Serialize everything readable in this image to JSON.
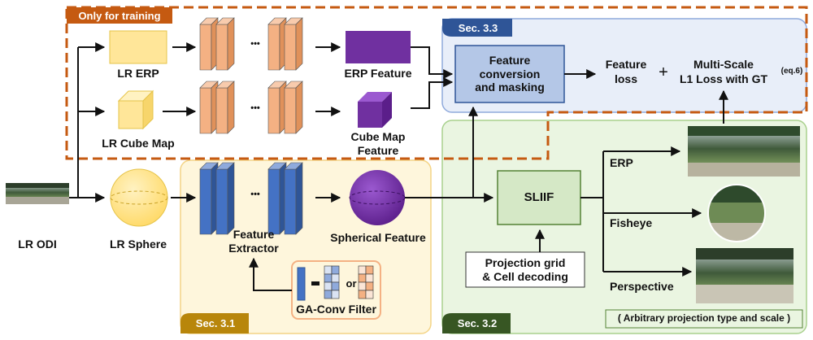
{
  "training_tag": "Only for training",
  "sections": {
    "s33": "Sec. 3.3",
    "s31": "Sec. 3.1",
    "s32": "Sec. 3.2"
  },
  "inputs": {
    "lr_odi": "LR ODI",
    "lr_erp": "LR ERP",
    "lr_cube_map": "LR Cube Map",
    "lr_sphere": "LR Sphere"
  },
  "features": {
    "erp_feature": "ERP Feature",
    "cube_map_feature_1": "Cube Map",
    "cube_map_feature_2": "Feature",
    "extractor_1": "Feature",
    "extractor_2": "Extractor",
    "spherical_feature": "Spherical Feature",
    "ga_conv_filter": "GA-Conv Filter",
    "or_text": "or",
    "dots": "•••"
  },
  "blocks": {
    "feature_conversion": "Feature\nconversion\nand masking",
    "sliif": "SLIIF",
    "projection_grid": "Projection grid\n& Cell decoding"
  },
  "losses": {
    "feature_loss_1": "Feature",
    "feature_loss_2": "loss",
    "plus": "+",
    "multiscale_1": "Multi-Scale",
    "multiscale_2": "L1 Loss with GT",
    "eq": "(eq.6)"
  },
  "outputs": {
    "erp": "ERP",
    "fisheye": "Fisheye",
    "perspective": "Perspective",
    "arbitrary": "( Arbitrary projection type and scale )"
  },
  "colors": {
    "training_border": "#C55A11",
    "sec31_fill": "#FEF6DC",
    "sec31_tag": "#B8860B",
    "sec32_fill": "#EAF5E1",
    "sec32_tag": "#375623",
    "sec33_fill": "#E8EEF9",
    "sec33_tag": "#2F5597",
    "feature_block": "#F4B183",
    "extractor_block": "#4472C4",
    "purple": "#7030A0",
    "yellow_input": "#FFE699",
    "green_block": "#D5E8C6",
    "blue_block": "#B4C7E7"
  }
}
